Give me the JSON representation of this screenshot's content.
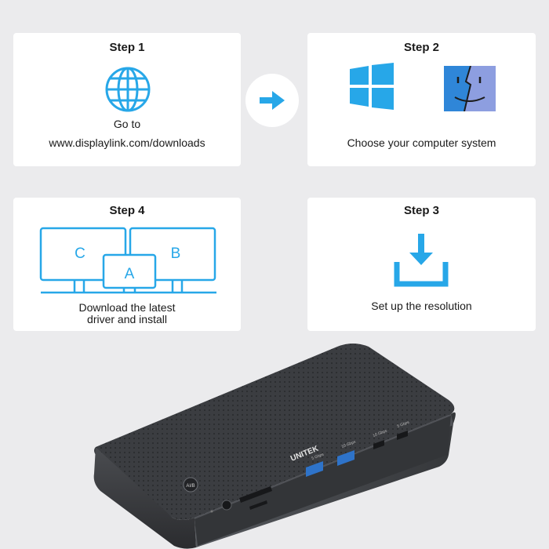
{
  "step1": {
    "title": "Step 1",
    "line1": "Go to",
    "line2": "www.displaylink.com/downloads"
  },
  "step2": {
    "title": "Step 2",
    "text": "Choose your computer system"
  },
  "step4": {
    "title": "Step 4",
    "line1": "Download the latest",
    "line2": "driver and install",
    "monitor_labels": [
      "C",
      "B",
      "A"
    ]
  },
  "step3": {
    "title": "Step 3",
    "text": "Set up the resolution"
  },
  "device": {
    "brand": "UNITEK",
    "port_labels": [
      "5 Gbps",
      "10 Gbps",
      "10 Gbps",
      "5 Gbps"
    ],
    "button_label": "AI/B"
  },
  "colors": {
    "accent_blue": "#27a7e8",
    "background": "#ebebed",
    "card": "#ffffff",
    "finder_face": "#8d9ee0",
    "finder_dark": "#2f86d8",
    "device_body": "#3a3c40"
  },
  "icons": [
    "globe-icon",
    "right-arrow-icon",
    "windows-logo-icon",
    "finder-face-icon",
    "monitors-icon",
    "download-icon"
  ]
}
